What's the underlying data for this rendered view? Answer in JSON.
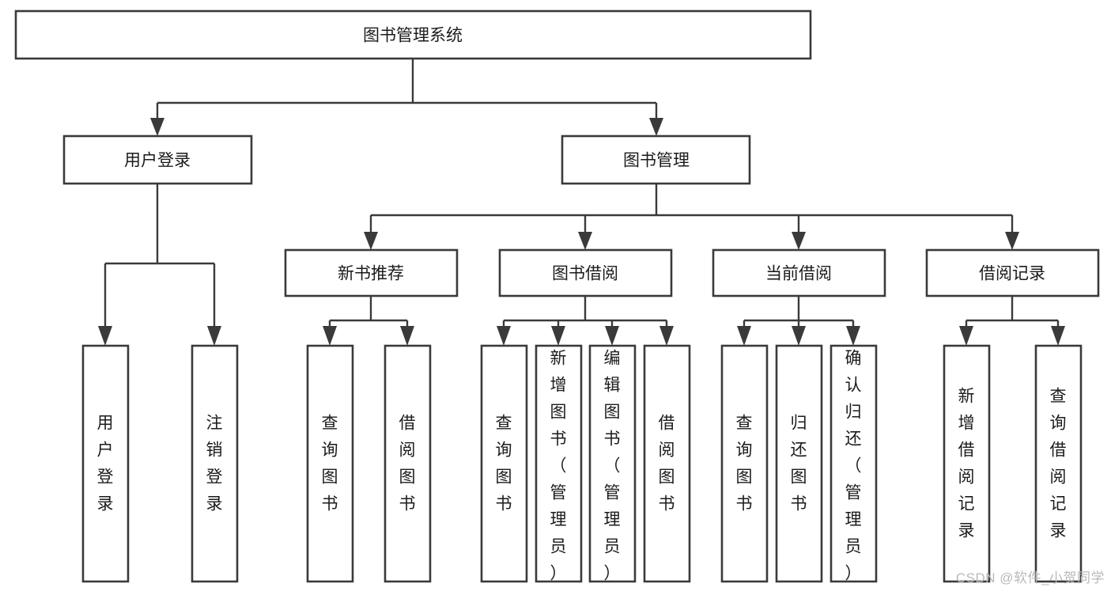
{
  "diagram": {
    "title": "图书管理系统",
    "type": "tree-hierarchy",
    "colors": {
      "box_stroke": "#3a3a3a",
      "box_fill": "#ffffff",
      "text": "#1b1b1b",
      "connector": "#3a3a3a",
      "watermark": "#b9b9b9"
    },
    "root": {
      "label": "图书管理系统"
    },
    "level2": [
      {
        "label": "用户登录"
      },
      {
        "label": "图书管理"
      }
    ],
    "level3": [
      {
        "label": "新书推荐"
      },
      {
        "label": "图书借阅"
      },
      {
        "label": "当前借阅"
      },
      {
        "label": "借阅记录"
      }
    ],
    "leaves": {
      "user_login": [
        {
          "label": "用户登录"
        },
        {
          "label": "注销登录"
        }
      ],
      "new_book_recommend": [
        {
          "label": "查询图书"
        },
        {
          "label": "借阅图书"
        }
      ],
      "book_borrow": [
        {
          "label": "查询图书"
        },
        {
          "label": "新增图书（管理员）"
        },
        {
          "label": "编辑图书（管理员）"
        },
        {
          "label": "借阅图书"
        }
      ],
      "current_borrow": [
        {
          "label": "查询图书"
        },
        {
          "label": "归还图书"
        },
        {
          "label": "确认归还（管理员）"
        }
      ],
      "borrow_record": [
        {
          "label": "新增借阅记录"
        },
        {
          "label": "查询借阅记录"
        }
      ]
    }
  },
  "watermark": {
    "text": "CSDN @软件_小贺同学"
  }
}
